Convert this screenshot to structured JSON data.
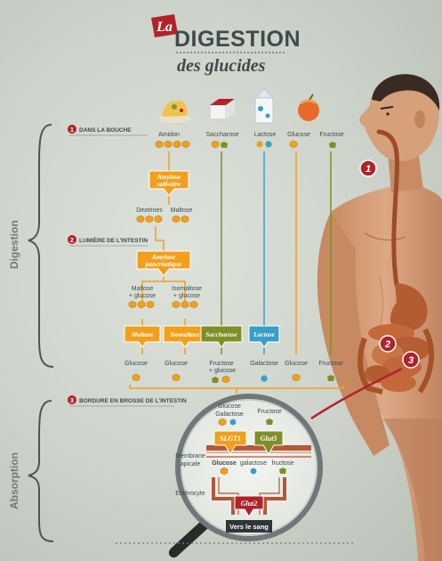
{
  "header": {
    "title_prefix": "La",
    "title": "DIGESTION",
    "subtitle": "des glucides"
  },
  "sections": {
    "digestion": "Digestion",
    "absorption": "Absorption"
  },
  "steps": [
    {
      "num": "1",
      "label": "DANS LA BOUCHE"
    },
    {
      "num": "2",
      "label": "LUMIÈRE DE L'INTESTIN"
    },
    {
      "num": "3",
      "label": "BORDURE EN BROSSE DE L'INTESTIN"
    }
  ],
  "foods": {
    "amidon": "Amidon",
    "saccharose": "Saccharose",
    "lactose": "Lactose",
    "glucose": "Glucose",
    "fructose": "Fructose"
  },
  "enzymes": {
    "amylase_salivaire": [
      "Amylase",
      "salivaire"
    ],
    "amylase_pancreatique": [
      "Amylase",
      "pancréatique"
    ],
    "maltase": "Maltase",
    "isomaltase": "Isomaltase",
    "saccharase": "Saccharase",
    "lactase": "Lactase"
  },
  "intermediates": {
    "dextrines": "Dextrines",
    "maltose": "Maltose",
    "maltose_glucose": [
      "Maltose",
      "+ glucose"
    ],
    "isomaltose_glucose": [
      "Isomaltose",
      "+ glucose"
    ]
  },
  "products": {
    "p1": "Glucose",
    "p2": "Glucose",
    "p3": [
      "Fructose",
      "+ glucose"
    ],
    "p4": "Galactose",
    "p5": "Glucose",
    "p6": "Fructose"
  },
  "absorption": {
    "glucose_galactose": [
      "Glucose",
      "Galactose"
    ],
    "fructose": "Fructose",
    "sglt1": "SLGT1",
    "glut5": "Glut5",
    "membrane": [
      "Membrane",
      "apicale"
    ],
    "inside": [
      "Glucose",
      "galactose",
      "fructose"
    ],
    "enterocyte": "Entérocyte",
    "glut2": "Glut2",
    "blood": "Vers le sang"
  },
  "body_markers": [
    "1",
    "2",
    "3"
  ],
  "colors": {
    "orange": "#f0a01c",
    "olive": "#7f8f27",
    "blue": "#3a9fc7",
    "red": "#b0232a",
    "dark": "#3f4a4c",
    "skin": "#d9a27c"
  }
}
